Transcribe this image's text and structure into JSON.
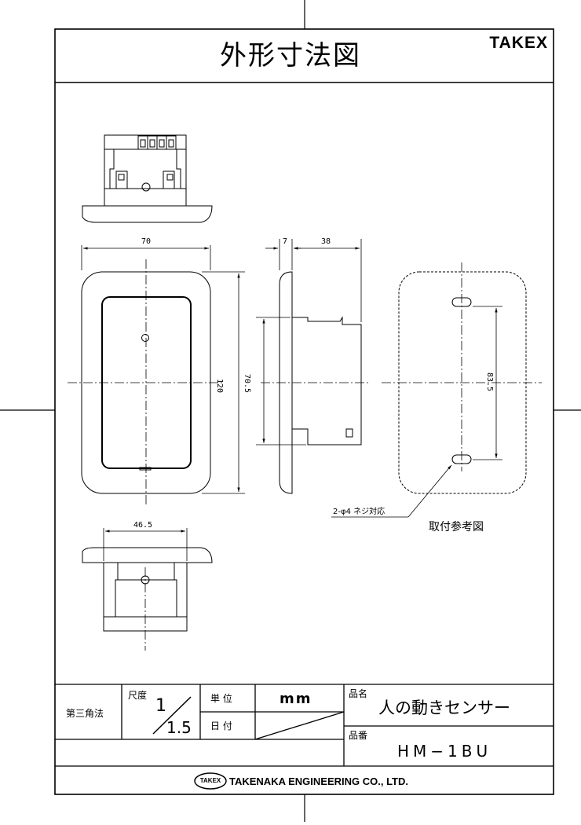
{
  "drawing": {
    "title": "外形寸法図",
    "brand": "TAKEX",
    "dimensions": {
      "width": "70",
      "depth_front": "7",
      "depth_body": "38",
      "height": "120",
      "body_height": "70.5",
      "hole_pitch": "83.5",
      "bottom_width": "46.5"
    },
    "screw_note": "2-φ4 ネジ対応",
    "mount_caption": "取付参考図"
  },
  "title_block": {
    "projection": "第三角法",
    "scale_label": "尺度",
    "scale_num": "1",
    "scale_den": "1.5",
    "unit_label": "単 位",
    "unit_value": "mm",
    "date_label": "日 付",
    "name_label": "品名",
    "name_value": "人の動きセンサー",
    "code_label": "品番",
    "code_value": "HM−1BU",
    "company_logo": "TAKEX",
    "company": "TAKENAKA ENGINEERING CO., LTD."
  }
}
